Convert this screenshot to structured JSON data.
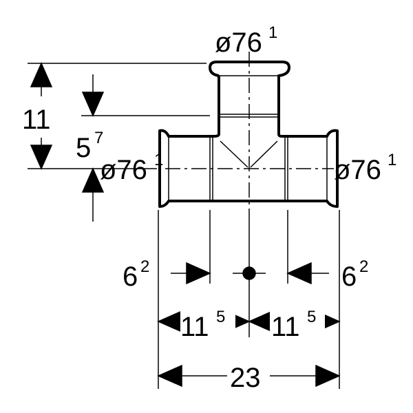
{
  "labels": {
    "top_diameter": "ø76",
    "top_diameter_sup": "1",
    "left_diameter": "ø76",
    "left_diameter_sup": "1",
    "right_diameter": "ø76",
    "right_diameter_sup": "1",
    "height_total": "11",
    "socket_depth": "5",
    "socket_depth_sup": "7",
    "left_insert": "6",
    "left_insert_sup": "2",
    "right_insert": "6",
    "right_insert_sup": "2",
    "left_half": "11",
    "left_half_sup": "5",
    "right_half": "11",
    "right_half_sup": "5",
    "total_length": "23"
  },
  "colors": {
    "line": "#000000",
    "background": "#ffffff"
  }
}
